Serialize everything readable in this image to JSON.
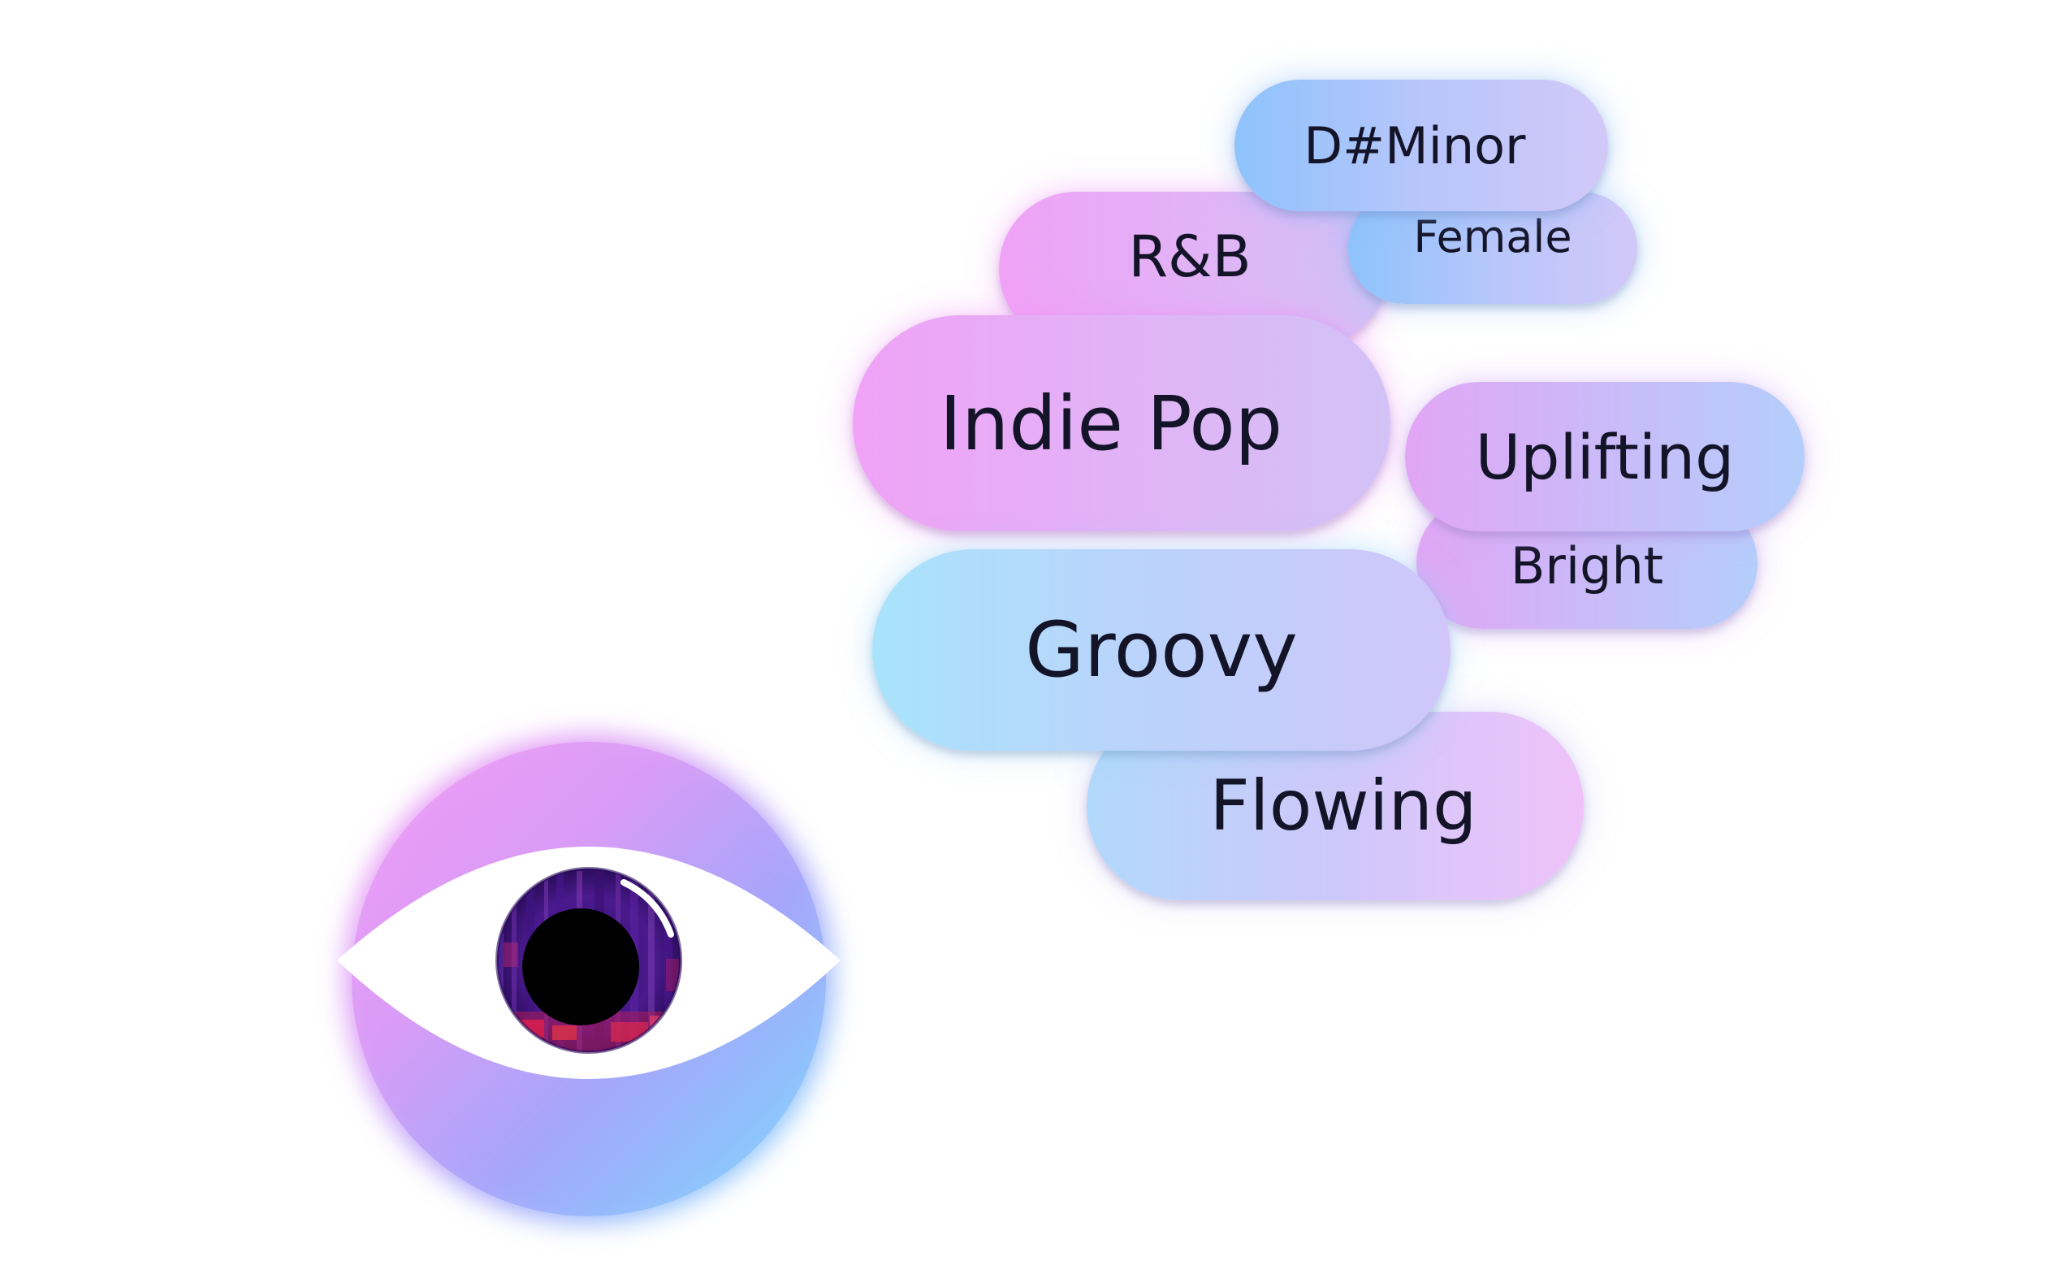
{
  "tags": {
    "key": "D#Minor",
    "vocal": "Female",
    "genre_secondary": "R&B",
    "genre_primary": "Indie Pop",
    "mood_primary": "Uplifting",
    "mood_secondary": "Bright",
    "feel": "Groovy",
    "movement": "Flowing"
  },
  "colors": {
    "pink": "#f0a2f6",
    "violet": "#d2c2f6",
    "sky": "#a8e3fb",
    "blue": "#8ec3fb",
    "iris_dark": "#2a0f5a",
    "iris_hot": "#e8204a",
    "pupil": "#000000"
  },
  "icons": {
    "emblem": "eye-icon"
  }
}
